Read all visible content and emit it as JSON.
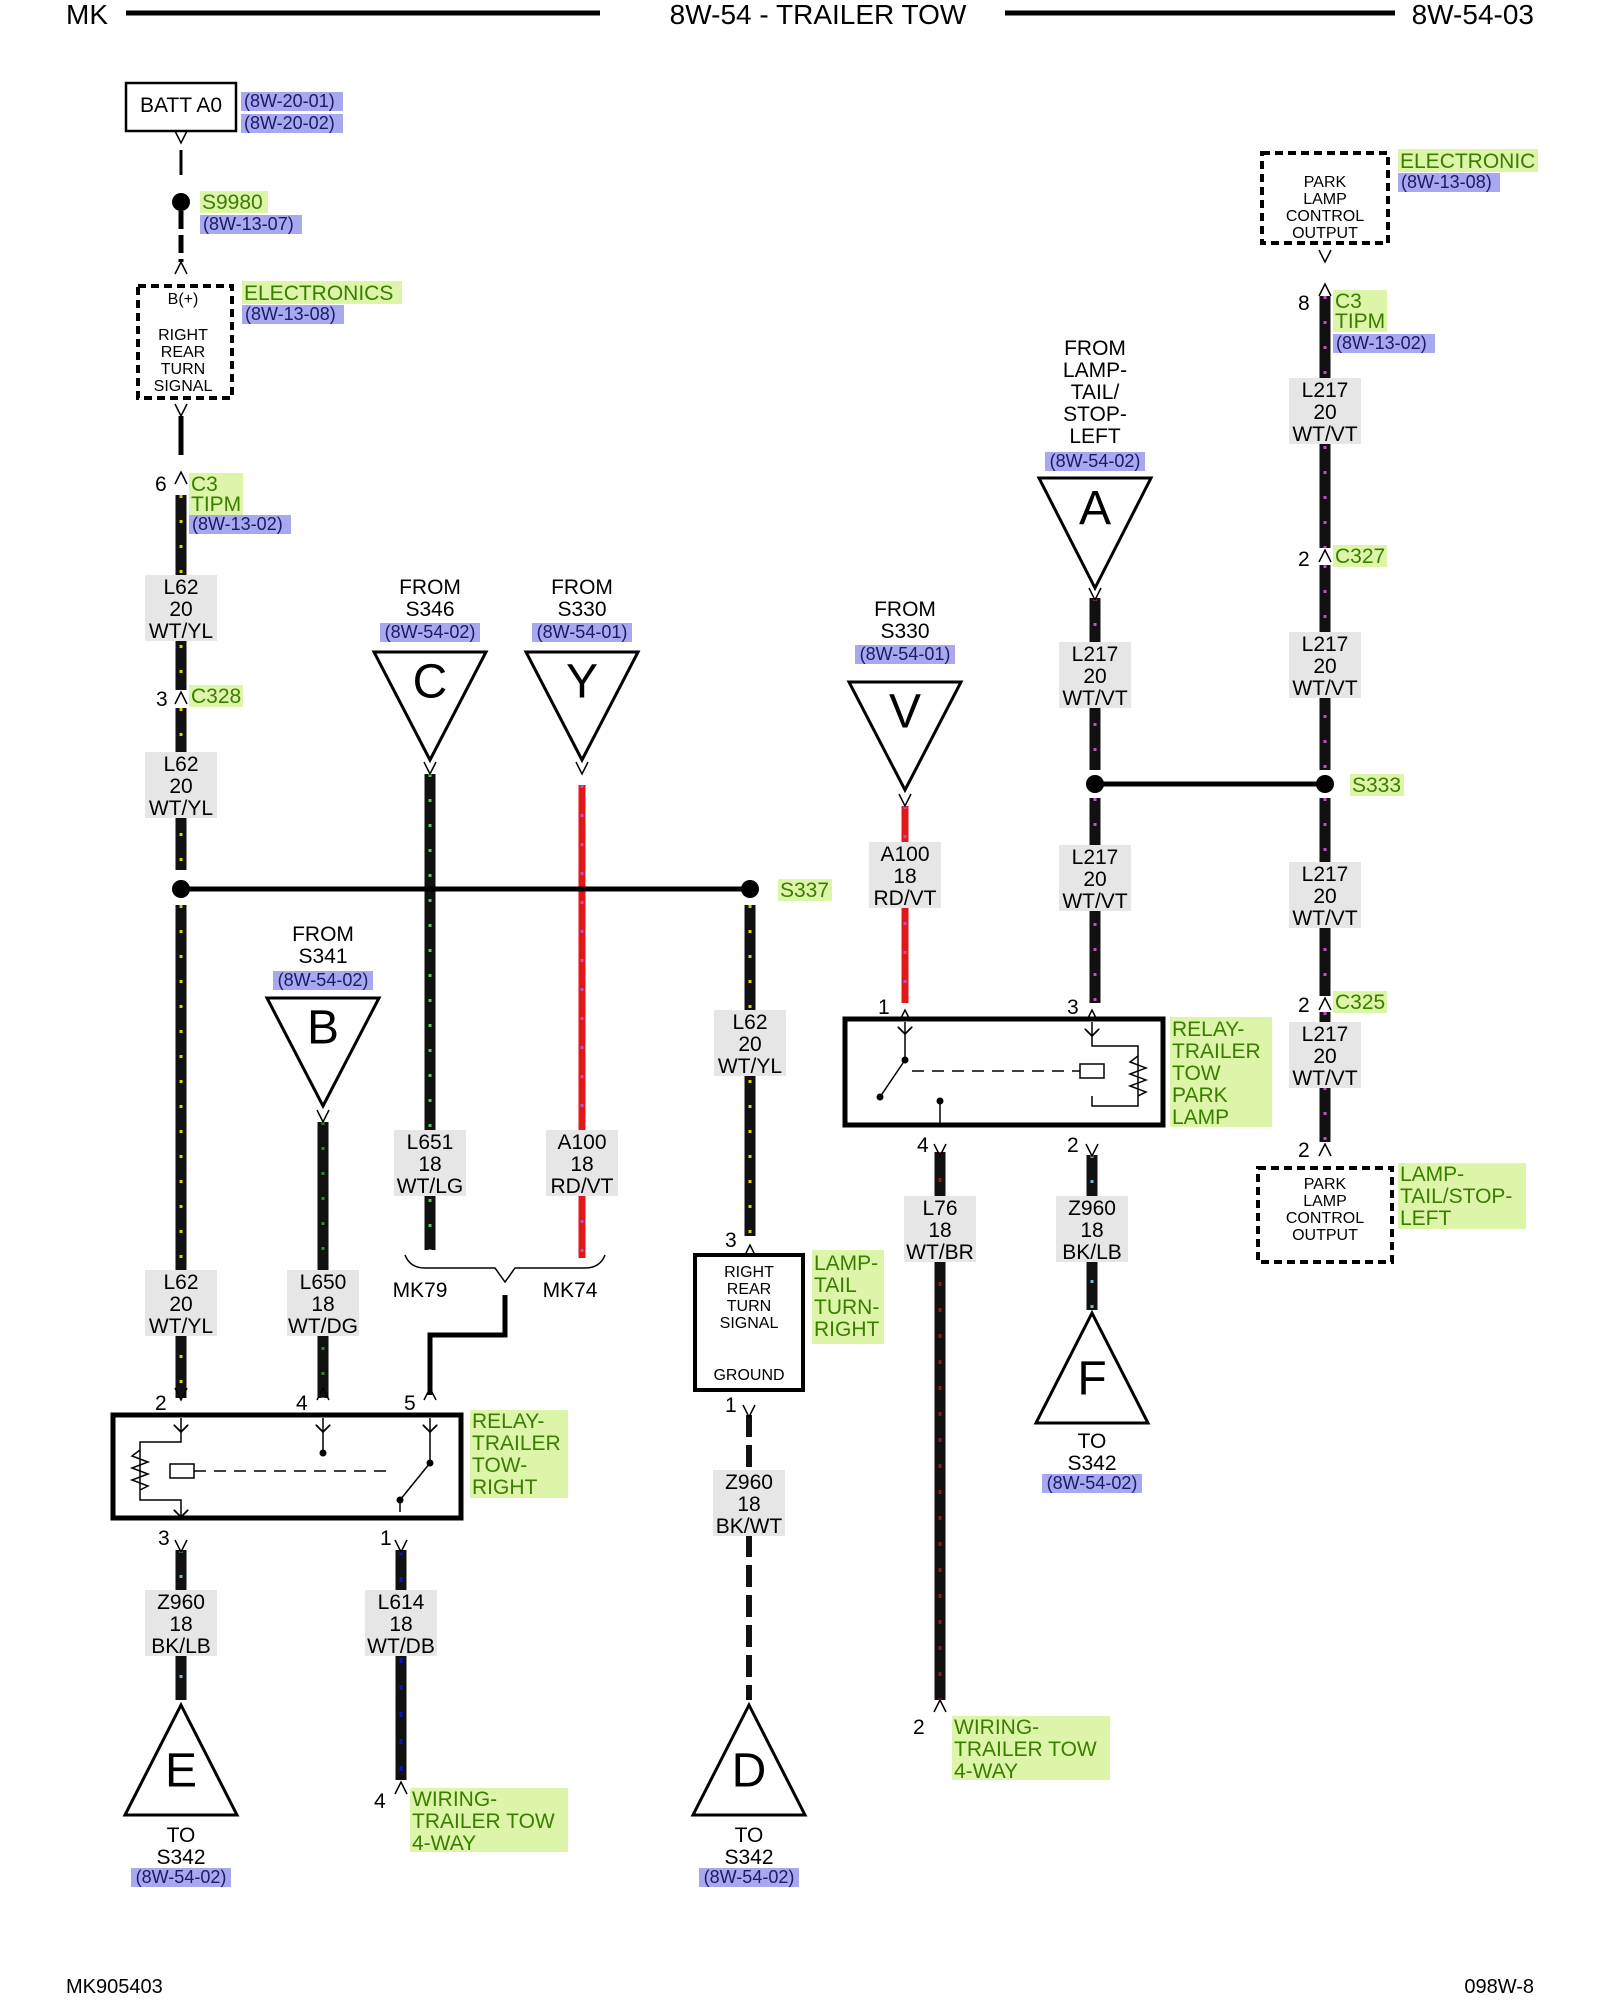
{
  "header": {
    "left": "MK",
    "title": "8W-54 - TRAILER TOW",
    "right": "8W-54-03"
  },
  "footer": {
    "left": "MK905403",
    "right": "098W-8"
  },
  "colors": {
    "wire_base": "#111111",
    "ivory_yellow": "#ddd400",
    "violet": "#c050c0",
    "light_green": "#60c060",
    "dark_green": "#2f8a2f",
    "red": "#e01818",
    "dark_blue": "#1010c0",
    "light_blue": "#70b8d8",
    "brown": "#8b1a1a",
    "ref_box": "#a8a8f0",
    "loc_box": "#ddf5a8",
    "wire_label_box": "#e6e6e6"
  },
  "batt": {
    "name": "BATT A0",
    "refs": [
      "(8W-20-01)",
      "(8W-20-02)"
    ]
  },
  "splices": {
    "s9980": {
      "name": "S9980",
      "ref": "(8W-13-07)"
    },
    "s337": {
      "name": "S337"
    },
    "s333": {
      "name": "S333"
    }
  },
  "electronics_rrts": {
    "label": "ELECTRONICS",
    "ref": "(8W-13-08)",
    "lines": [
      "RIGHT",
      "REAR",
      "TURN",
      "SIGNAL"
    ],
    "pin": "B(+)"
  },
  "electronics_plco": {
    "label": "ELECTRONIC",
    "ref": "(8W-13-08)",
    "lines": [
      "PARK",
      "LAMP",
      "CONTROL",
      "OUTPUT"
    ]
  },
  "lamp_plco": {
    "label_lines": [
      "LAMP-",
      "TAIL/STOP-",
      "LEFT"
    ],
    "lines": [
      "PARK",
      "LAMP",
      "CONTROL",
      "OUTPUT"
    ],
    "pin": "2"
  },
  "connectors": {
    "c3_left": {
      "pin": "6",
      "name": "C3",
      "sub": "TIPM",
      "ref": "(8W-13-02)"
    },
    "c3_right": {
      "pin": "8",
      "name": "C3",
      "sub": "TIPM",
      "ref": "(8W-13-02)"
    },
    "c328": {
      "pin": "3",
      "name": "C328"
    },
    "c327": {
      "pin": "2",
      "name": "C327"
    },
    "c325": {
      "pin": "2",
      "name": "C325"
    }
  },
  "wires": {
    "l62_a": [
      "L62",
      "20",
      "WT/YL"
    ],
    "l62_b": [
      "L62",
      "20",
      "WT/YL"
    ],
    "l62_c": [
      "L62",
      "20",
      "WT/YL"
    ],
    "l62_d": [
      "L62",
      "20",
      "WT/YL"
    ],
    "l650": [
      "L650",
      "18",
      "WT/DG"
    ],
    "l651": [
      "L651",
      "18",
      "WT/LG"
    ],
    "a100_a": [
      "A100",
      "18",
      "RD/VT"
    ],
    "a100_b": [
      "A100",
      "18",
      "RD/VT"
    ],
    "z960_a": [
      "Z960",
      "18",
      "BK/LB"
    ],
    "l614": [
      "L614",
      "18",
      "WT/DB"
    ],
    "z960_b": [
      "Z960",
      "18",
      "BK/WT"
    ],
    "l76": [
      "L76",
      "18",
      "WT/BR"
    ],
    "z960_c": [
      "Z960",
      "18",
      "BK/LB"
    ],
    "l217_a": [
      "L217",
      "20",
      "WT/VT"
    ],
    "l217_b": [
      "L217",
      "20",
      "WT/VT"
    ],
    "l217_c": [
      "L217",
      "20",
      "WT/VT"
    ],
    "l217_d": [
      "L217",
      "20",
      "WT/VT"
    ],
    "l217_e": [
      "L217",
      "20",
      "WT/VT"
    ],
    "l217_f": [
      "L217",
      "20",
      "WT/VT"
    ]
  },
  "offpage": {
    "c": {
      "letter": "C",
      "from": [
        "FROM",
        "S346"
      ],
      "ref": "(8W-54-02)"
    },
    "y": {
      "letter": "Y",
      "from": [
        "FROM",
        "S330"
      ],
      "ref": "(8W-54-01)"
    },
    "b": {
      "letter": "B",
      "from": [
        "FROM",
        "S341"
      ],
      "ref": "(8W-54-02)"
    },
    "v": {
      "letter": "V",
      "from": [
        "FROM",
        "S330"
      ],
      "ref": "(8W-54-01)"
    },
    "a": {
      "letter": "A",
      "from": [
        "FROM",
        "LAMP-",
        "TAIL/",
        "STOP-",
        "LEFT"
      ],
      "ref": "(8W-54-02)"
    },
    "e": {
      "letter": "E",
      "to": [
        "TO",
        "S342"
      ],
      "ref": "(8W-54-02)"
    },
    "d": {
      "letter": "D",
      "to": [
        "TO",
        "S342"
      ],
      "ref": "(8W-54-02)"
    },
    "f": {
      "letter": "F",
      "to": [
        "TO",
        "S342"
      ],
      "ref": "(8W-54-02)"
    }
  },
  "options": {
    "mk79": "MK79",
    "mk74": "MK74"
  },
  "relay_tow_right": {
    "label_lines": [
      "RELAY-",
      "TRAILER",
      "TOW-",
      "RIGHT"
    ],
    "pins": {
      "p2": "2",
      "p4": "4",
      "p5": "5",
      "p3": "3",
      "p1": "1"
    }
  },
  "relay_park_lamp": {
    "label_lines": [
      "RELAY-",
      "TRAILER",
      "TOW",
      "PARK",
      "LAMP"
    ],
    "pins": {
      "p1": "1",
      "p3": "3",
      "p4": "4",
      "p2": "2"
    }
  },
  "lamp_rrts": {
    "label_lines": [
      "LAMP-",
      "TAIL",
      "TURN-",
      "RIGHT"
    ],
    "lines": [
      "RIGHT",
      "REAR",
      "TURN",
      "SIGNAL"
    ],
    "ground": "GROUND",
    "pin_top": "3",
    "pin_bot": "1"
  },
  "wiring_4way_a": {
    "pin": "4",
    "label_lines": [
      "WIRING-",
      "TRAILER TOW",
      "4-WAY"
    ]
  },
  "wiring_4way_b": {
    "pin": "2",
    "label_lines": [
      "WIRING-",
      "TRAILER TOW",
      "4-WAY"
    ]
  }
}
